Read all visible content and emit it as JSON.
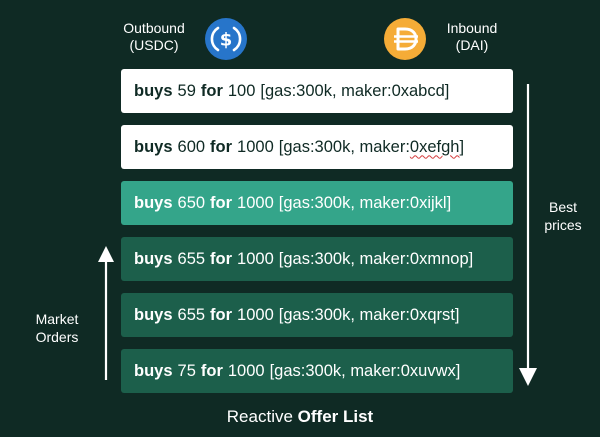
{
  "tokens": {
    "outbound": {
      "label": "Outbound",
      "symbol": "(USDC)",
      "icon": "usdc-icon",
      "icon_glyph": "$",
      "color": "#2775ca"
    },
    "inbound": {
      "label": "Inbound",
      "symbol": "(DAI)",
      "icon": "dai-icon",
      "icon_glyph": "Đ",
      "color": "#f5ac37"
    }
  },
  "offers": [
    {
      "verb": "buys",
      "amount": "59",
      "for_label": "for",
      "price": "100",
      "details": "[gas:300k, maker: ",
      "maker": "0xabcd",
      "close": "]",
      "style": "white"
    },
    {
      "verb": "buys",
      "amount": "600",
      "for_label": "for",
      "price": "1000",
      "details": "[gas:300k, maker: ",
      "maker": "0xefgh",
      "close": "]",
      "style": "white"
    },
    {
      "verb": "buys",
      "amount": "650",
      "for_label": "for",
      "price": "1000",
      "details": "[gas:300k, maker: ",
      "maker": "0xijkl",
      "close": "]",
      "style": "teal"
    },
    {
      "verb": "buys",
      "amount": "655",
      "for_label": "for",
      "price": "1000",
      "details": "[gas:300k, maker: ",
      "maker": "0xmnop",
      "close": "]",
      "style": "dark"
    },
    {
      "verb": "buys",
      "amount": "655",
      "for_label": "for",
      "price": "1000",
      "details": "[gas:300k, maker: ",
      "maker": "0xqrst",
      "close": "]",
      "style": "dark"
    },
    {
      "verb": "buys",
      "amount": "75",
      "for_label": "for",
      "price": "1000",
      "details": "[gas:300k, maker: ",
      "maker": "0xuvwx",
      "close": "]",
      "style": "dark"
    }
  ],
  "market_orders_label": {
    "line1": "Market",
    "line2": "Orders"
  },
  "best_prices_label": {
    "line1": "Best",
    "line2": "prices"
  },
  "footer": {
    "prefix": "Reactive ",
    "bold": "Offer List"
  },
  "colors": {
    "background": "#0f2a24",
    "offer_white": "#ffffff",
    "offer_teal": "#34a58a",
    "offer_dark": "#1c5f4b",
    "usdc": "#2775ca",
    "dai": "#f5ac37"
  }
}
